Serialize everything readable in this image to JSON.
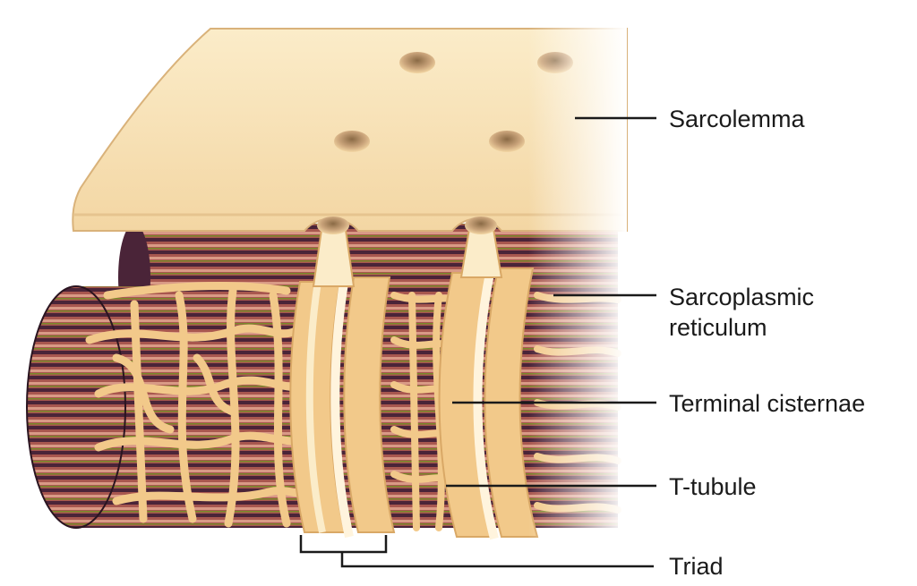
{
  "labels": {
    "sarcolemma": "Sarcolemma",
    "sarcoplasmic_line1": "Sarcoplasmic",
    "sarcoplasmic_line2": "reticulum",
    "terminal_cisternae": "Terminal cisternae",
    "t_tubule": "T-tubule",
    "triad": "Triad"
  },
  "colors": {
    "membrane": "#f6dfb4",
    "reticulum": "#f2c98a",
    "myofibril_dark": "#4a2438",
    "myofibril_mid": "#a8574f",
    "myofibril_light": "#d99a86",
    "leader_line": "#1a1a1a"
  }
}
